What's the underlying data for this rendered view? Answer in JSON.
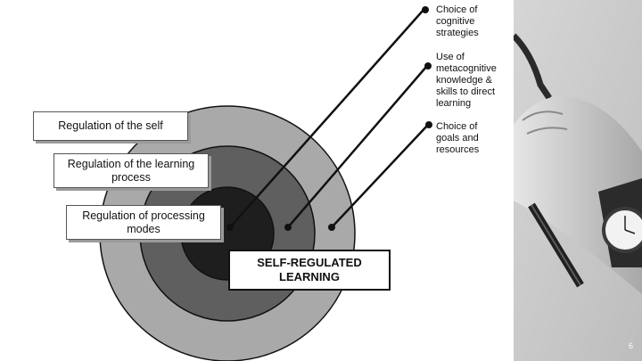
{
  "diagram": {
    "rings": [
      {
        "label": "Regulation of the self",
        "fill": "#a9a9a9"
      },
      {
        "label": "Regulation of the learning\nprocess",
        "fill": "#5f5f5f"
      },
      {
        "label": "Regulation of processing\nmodes",
        "fill": "#1e1e1e"
      }
    ],
    "center_label": "SELF-REGULATED\nLEARNING",
    "callouts": [
      "Choice of\ncognitive\nstrategies",
      "Use of\nmetacognitive\nknowledge &\nskills to direct\nlearning",
      "Choice of\ngoals and\nresources"
    ]
  },
  "photo": {
    "description_icon": "wrist-watch-photo",
    "tint": "#cfcfcf"
  },
  "slide": {
    "page_number": "6"
  }
}
